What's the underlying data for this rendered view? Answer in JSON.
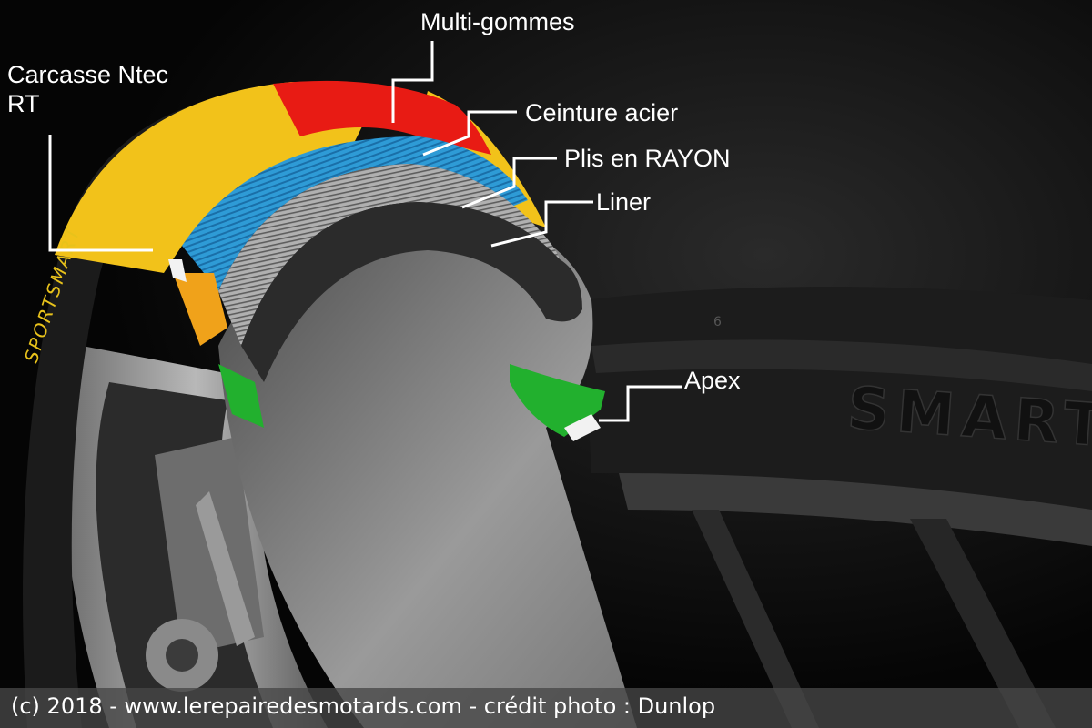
{
  "callouts": {
    "carcasse": "Carcasse Ntec",
    "carcasse_line2": "RT",
    "multi_gommes": "Multi-gommes",
    "ceinture": "Ceinture acier",
    "plis": "Plis en RAYON",
    "liner": "Liner",
    "apex": "Apex"
  },
  "sidewall": {
    "brand_text": "SPORTSMART",
    "rear_text": "SMART",
    "size_mark": "6"
  },
  "credit": "(c) 2018 - www.lerepairedesmotards.com - crédit photo : Dunlop",
  "colors": {
    "background": "#000000",
    "tread_yellow": "#F2C21A",
    "multi_compound_red": "#E81B14",
    "steel_belt_blue": "#2E9BD6",
    "rayon_plies_grey": "#A9A9A9",
    "liner_dark": "#2B2B2B",
    "apex_green": "#22B02E",
    "callout_white": "#FFFFFF"
  }
}
